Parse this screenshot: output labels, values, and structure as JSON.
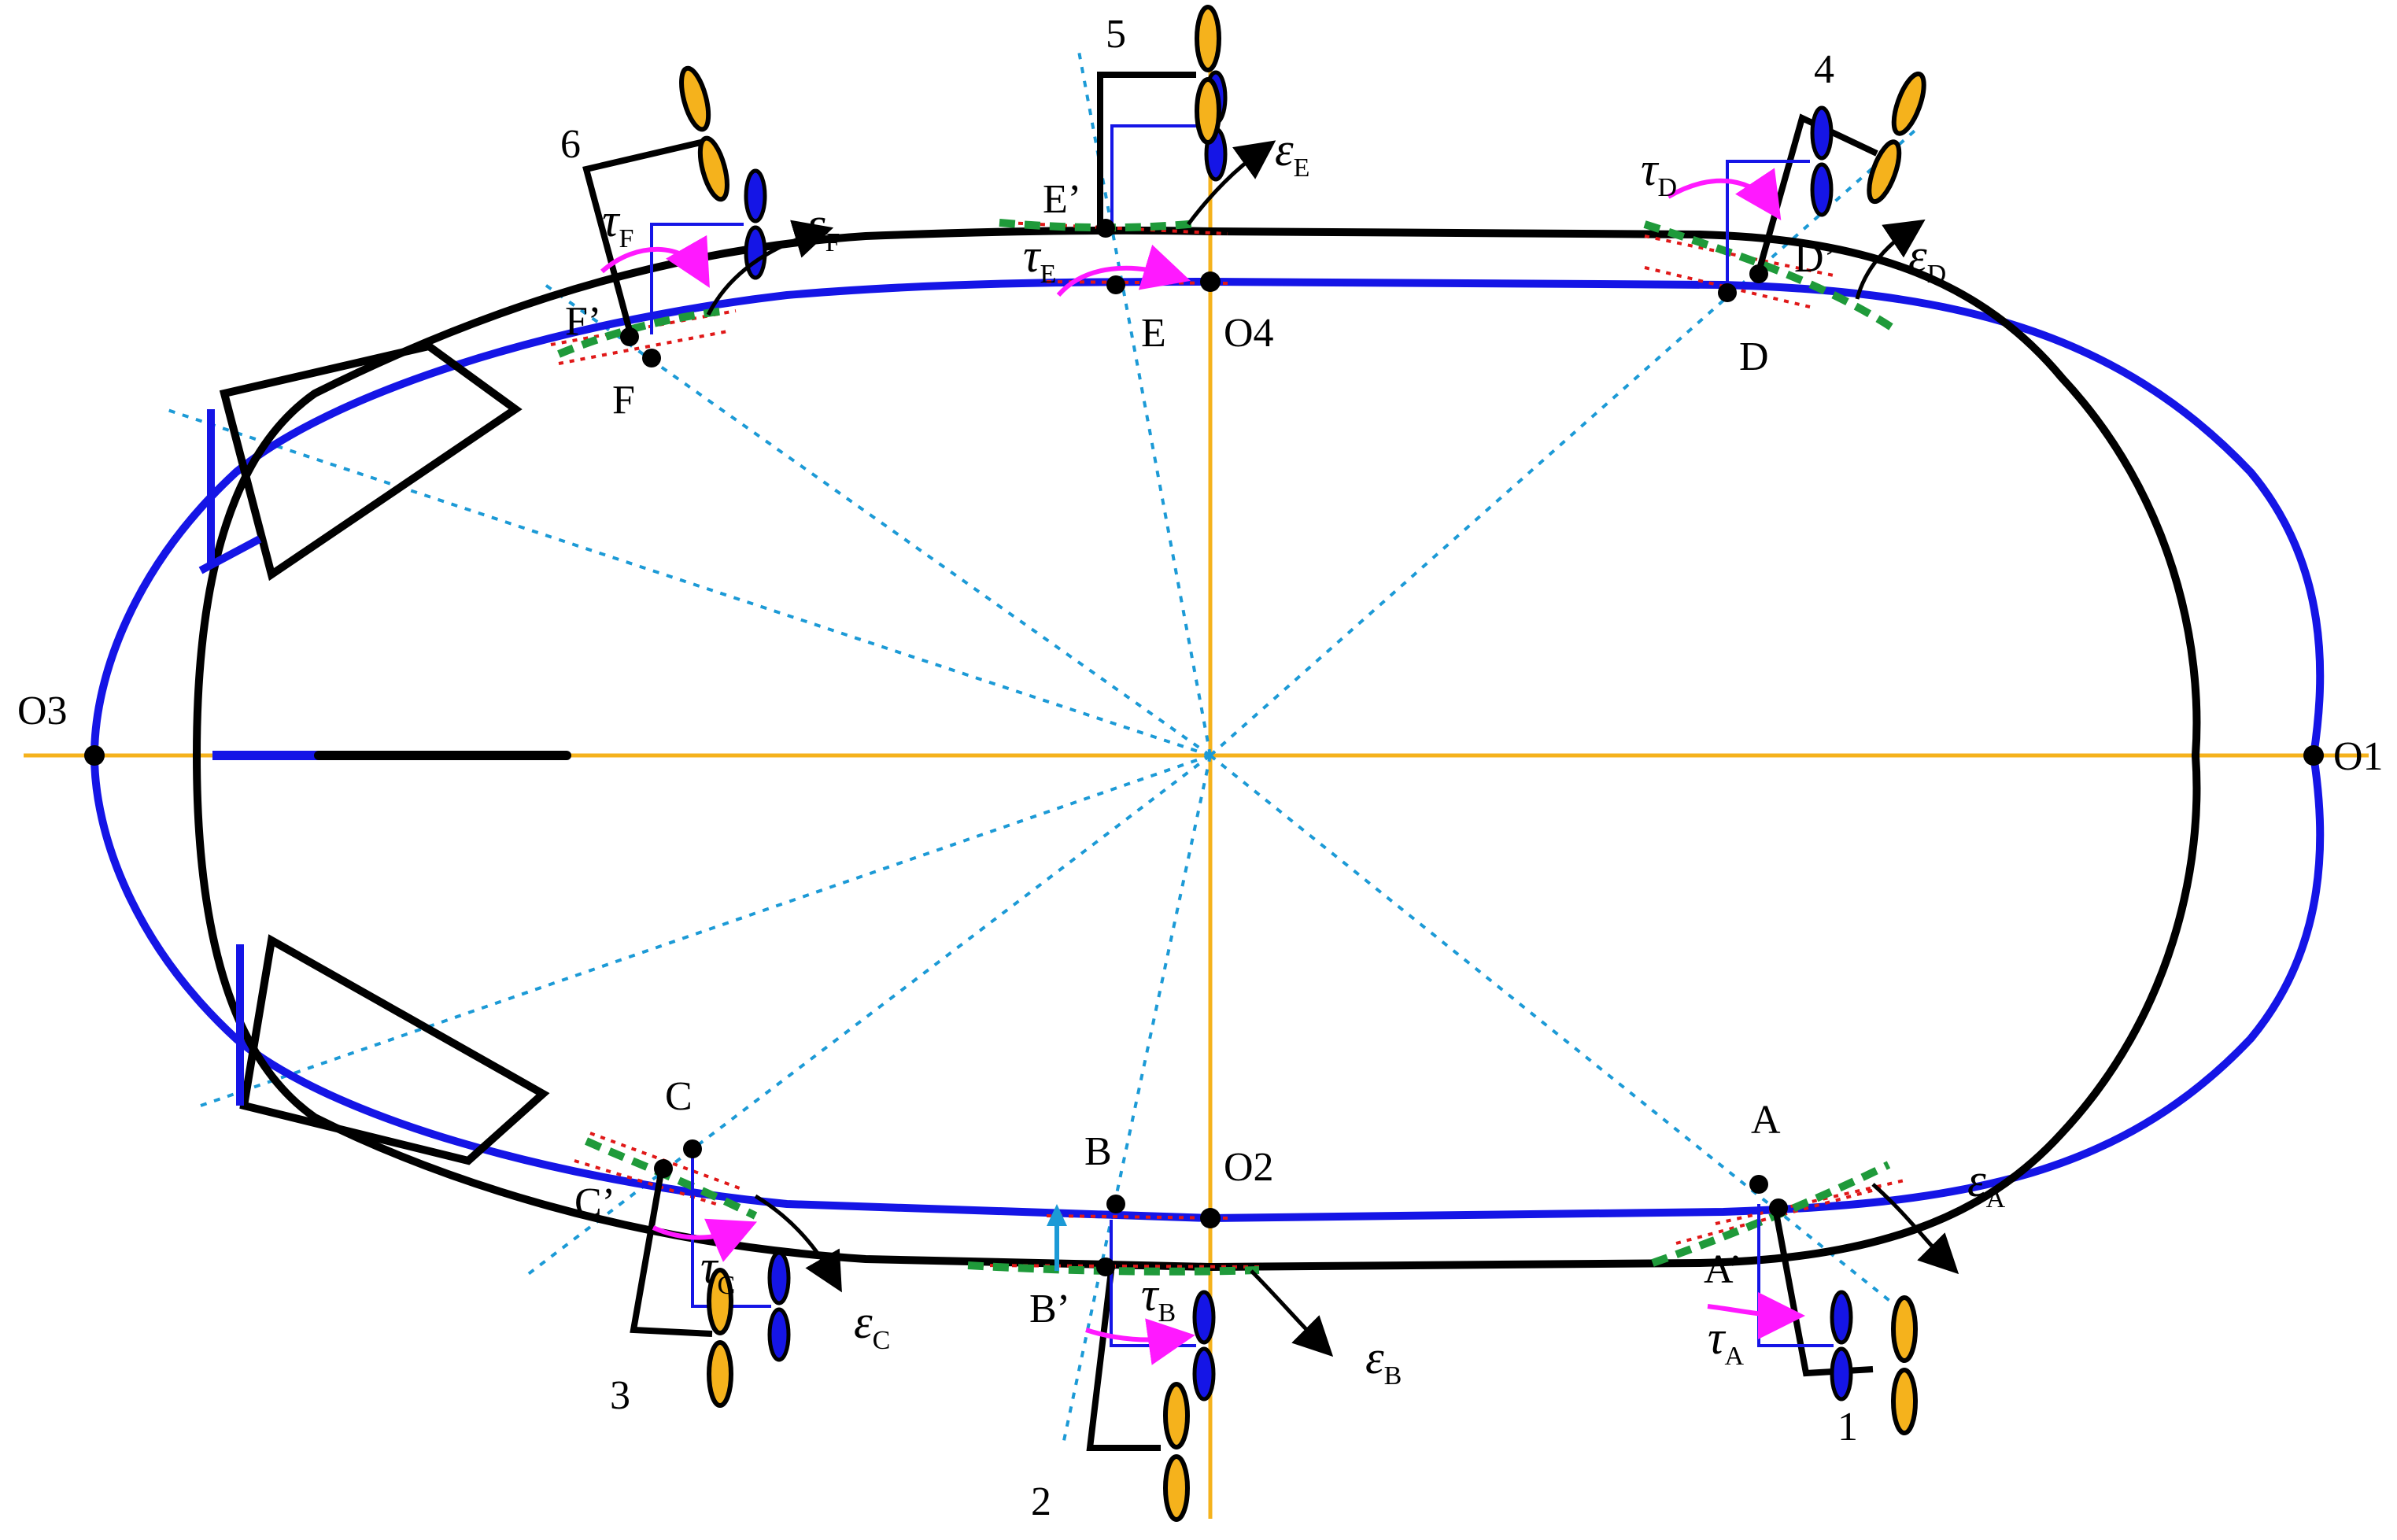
{
  "colors": {
    "axis": "#f5b21c",
    "blue_hull": "#1515e6",
    "black_hull": "#000000",
    "cyan_dash": "#1c9ad6",
    "red_dash": "#e01818",
    "green_dash": "#1f9a3a",
    "magenta": "#ff19ff",
    "prop_yellow": "#f5b21c",
    "prop_blue": "#1515e6"
  },
  "icons": [
    "propeller-icon",
    "thruster-frame-icon",
    "fin-icon"
  ],
  "axis_points": {
    "o1": "O1",
    "o2": "O2",
    "o3": "O3",
    "o4": "O4"
  },
  "points": {
    "a": "A",
    "a_prime": "A’",
    "b": "B",
    "b_prime": "B’",
    "c": "C",
    "c_prime": "C’",
    "d": "D",
    "d_prime": "D’",
    "e": "E",
    "e_prime": "E’",
    "f": "F",
    "f_prime": "F’"
  },
  "thrusters": {
    "t1": "1",
    "t2": "2",
    "t3": "3",
    "t4": "4",
    "t5": "5",
    "t6": "6"
  },
  "symbols": {
    "epsilon": "ε",
    "tau": "τ",
    "sub_a": "A",
    "sub_b": "B",
    "sub_c": "C",
    "sub_d": "D",
    "sub_e": "E",
    "sub_f": "F"
  }
}
